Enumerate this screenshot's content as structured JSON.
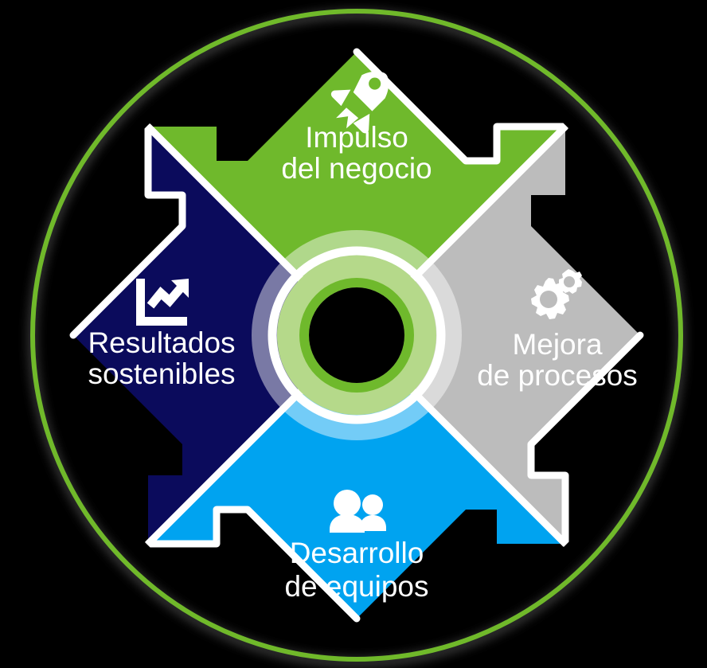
{
  "diagram": {
    "type": "circular-segmented-wheel",
    "language": "es",
    "segment_count": 4,
    "colors": {
      "green": "#6FB92C",
      "gray": "#BCBCBC",
      "blue": "#00A3F0",
      "navy": "#0B0B5C",
      "outer_ring": "#6FB92C",
      "hub_ring": "#6FB92C",
      "hub_inner_band": "#B5D98A",
      "divider": "#FFFFFF",
      "background": "#000000",
      "label_text": "#FFFFFF"
    },
    "hub": {
      "inner_hole_color": "#000000",
      "ring_color": "#6FB92C",
      "band_color": "#B5D98A",
      "halo_color": "#FFFFFF"
    },
    "segments": [
      {
        "id": "impulso-del-negocio",
        "position": "top",
        "color": "#6FB92C",
        "icon": "rocket-icon",
        "line1": "Impulso",
        "line2": "del negocio"
      },
      {
        "id": "mejora-de-procesos",
        "position": "right",
        "color": "#BCBCBC",
        "icon": "gears-icon",
        "line1": "Mejora",
        "line2": "de procesos"
      },
      {
        "id": "desarrollo-de-equipos",
        "position": "bottom",
        "color": "#00A3F0",
        "icon": "people-icon",
        "line1": "Desarrollo",
        "line2": "de equipos"
      },
      {
        "id": "resultados-sostenibles",
        "position": "left",
        "color": "#0B0B5C",
        "icon": "growth-chart-icon",
        "line1": "Resultados",
        "line2": "sostenibles"
      }
    ]
  }
}
